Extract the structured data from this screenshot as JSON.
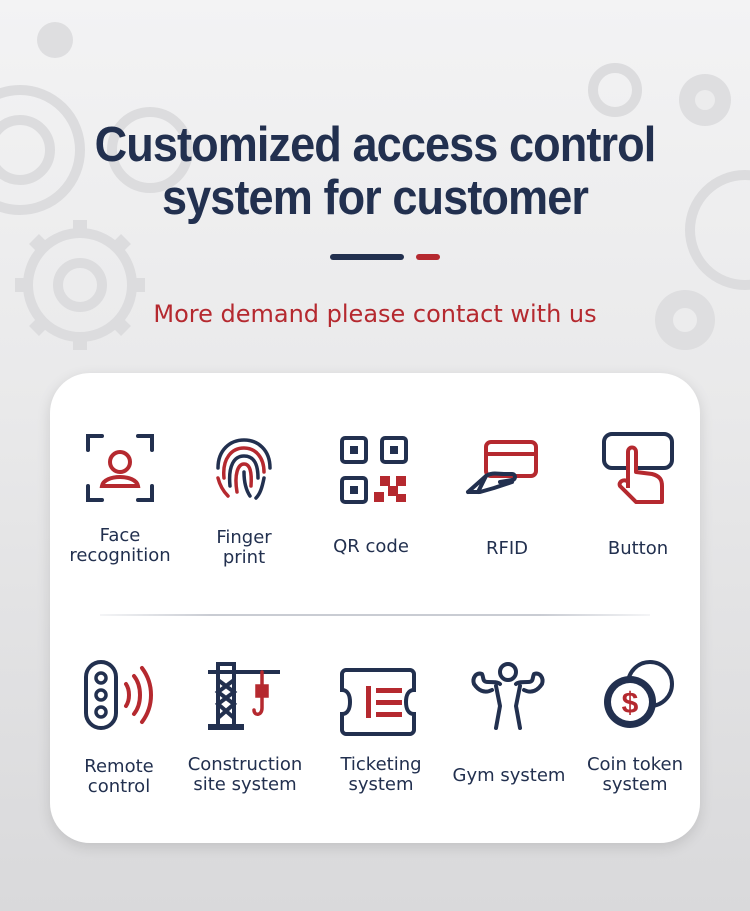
{
  "heading": {
    "line1": "Customized access control",
    "line2": "system for customer"
  },
  "subtitle": "More demand please contact with us",
  "colors": {
    "navy": "#22304f",
    "red": "#b5292f",
    "background": "#ececed"
  },
  "features_row1": [
    {
      "icon": "face-recognition-icon",
      "label": "Face\nrecognition"
    },
    {
      "icon": "fingerprint-icon",
      "label": "Finger\nprint"
    },
    {
      "icon": "qr-code-icon",
      "label": "QR code"
    },
    {
      "icon": "rfid-card-icon",
      "label": "RFID"
    },
    {
      "icon": "button-press-icon",
      "label": "Button"
    }
  ],
  "features_row2": [
    {
      "icon": "remote-control-icon",
      "label": "Remote\ncontrol"
    },
    {
      "icon": "construction-crane-icon",
      "label": "Construction\nsite system"
    },
    {
      "icon": "ticket-icon",
      "label": "Ticketing\nsystem"
    },
    {
      "icon": "gym-muscle-icon",
      "label": "Gym system"
    },
    {
      "icon": "coin-token-icon",
      "label": "Coin token\nsystem"
    }
  ]
}
